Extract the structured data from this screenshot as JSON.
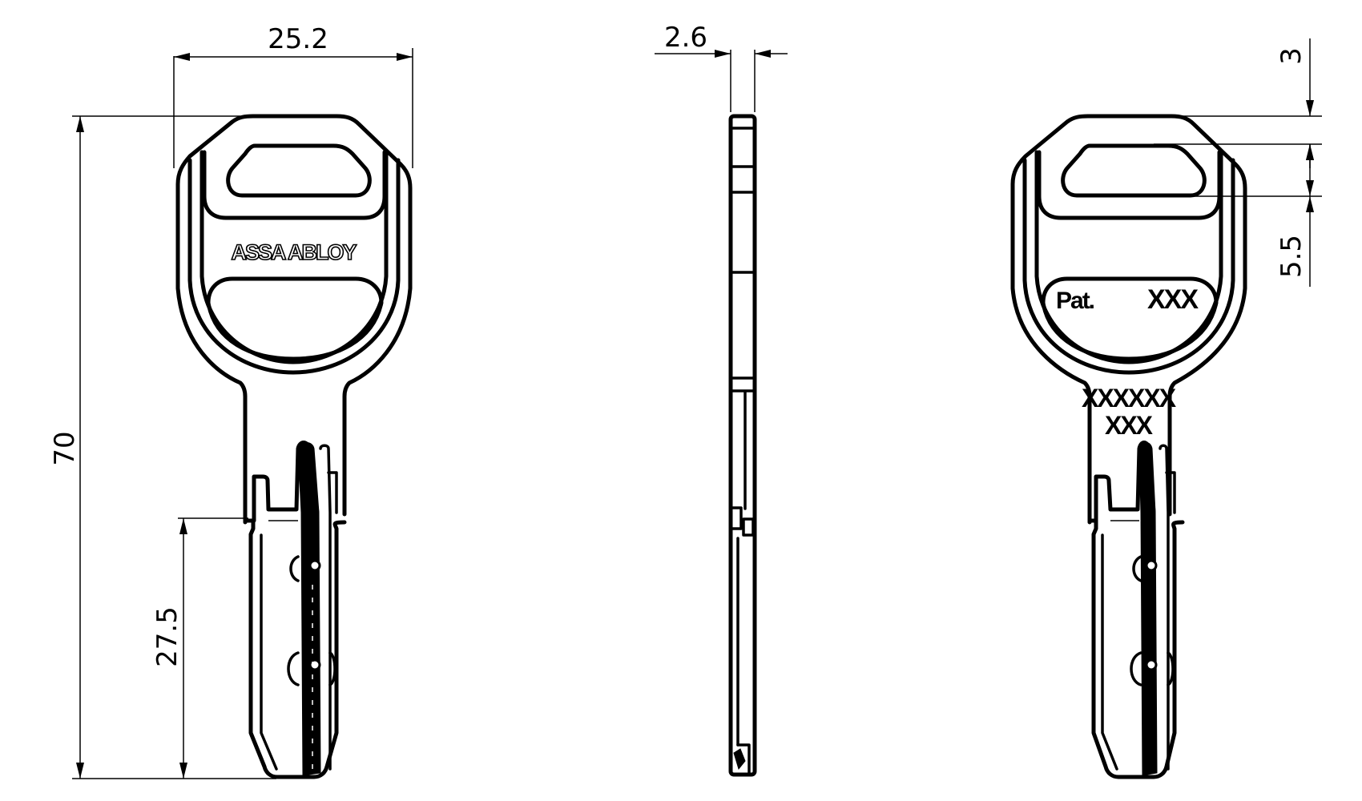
{
  "drawing": {
    "subject": "Key technical drawing",
    "views": [
      {
        "name": "front-view",
        "logo_text": "ASSA ABLOY"
      },
      {
        "name": "side-view"
      },
      {
        "name": "back-view",
        "marking_top_left": "Pat.",
        "marking_top_right": "XXX",
        "marking_shank_line1": "XXXXXX",
        "marking_shank_line2": "XXX"
      }
    ],
    "dimensions": {
      "head_width": "25.2",
      "overall_length": "70",
      "blade_length": "27.5",
      "thickness": "2.6",
      "top_to_hole": "3",
      "hole_height": "5.5"
    },
    "colors": {
      "line": "#000000",
      "background": "#ffffff"
    }
  }
}
